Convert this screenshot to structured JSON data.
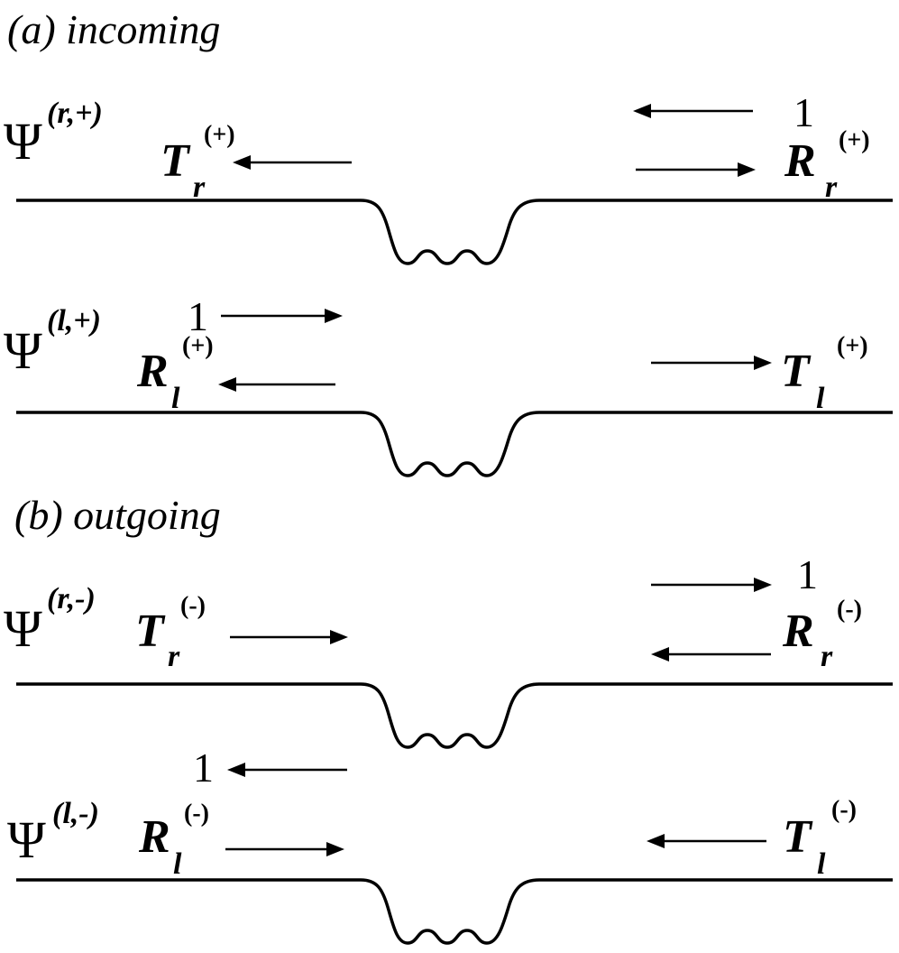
{
  "sections": [
    {
      "label": "(a) incoming",
      "panels": [
        {
          "psi": "Ψ",
          "psi_sup": "(r,+)",
          "left": {
            "letter": "T",
            "sub": "r",
            "sup": "(+)"
          },
          "right": {
            "letter": "R",
            "sub": "r",
            "sup": "(+)"
          },
          "unit": "1",
          "unit_side": "right",
          "arrows": {
            "left_upper": null,
            "left_lower": "left",
            "right_upper": "left",
            "right_lower": "right"
          }
        },
        {
          "psi": "Ψ",
          "psi_sup": "(l,+)",
          "left": {
            "letter": "R",
            "sub": "l",
            "sup": "(+)"
          },
          "right": {
            "letter": "T",
            "sub": "l",
            "sup": "(+)"
          },
          "unit": "1",
          "unit_side": "left",
          "arrows": {
            "left_upper": "right",
            "left_lower": "left",
            "right_upper": null,
            "right_lower": "right"
          }
        }
      ]
    },
    {
      "label": "(b) outgoing",
      "panels": [
        {
          "psi": "Ψ",
          "psi_sup": "(r,-)",
          "left": {
            "letter": "T",
            "sub": "r",
            "sup": "(-)"
          },
          "right": {
            "letter": "R",
            "sub": "r",
            "sup": "(-)"
          },
          "unit": "1",
          "unit_side": "right",
          "arrows": {
            "left_upper": null,
            "left_lower": "right",
            "right_upper": "right",
            "right_lower": "left"
          }
        },
        {
          "psi": "Ψ",
          "psi_sup": "(l,-)",
          "left": {
            "letter": "R",
            "sub": "l",
            "sup": "(-)"
          },
          "right": {
            "letter": "T",
            "sub": "l",
            "sup": "(-)"
          },
          "unit": "1",
          "unit_side": "left",
          "arrows": {
            "left_upper": "left",
            "left_lower": "right",
            "right_upper": null,
            "right_lower": "left"
          }
        }
      ]
    }
  ]
}
